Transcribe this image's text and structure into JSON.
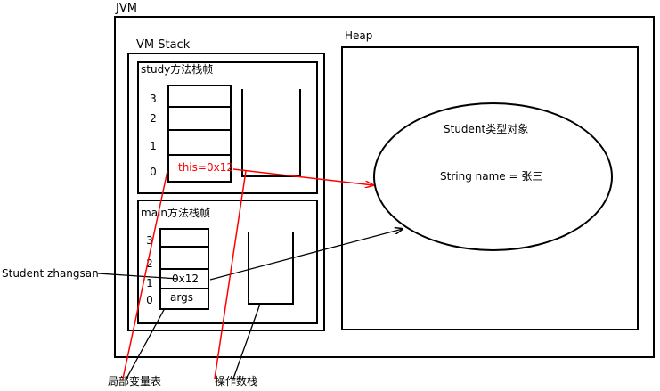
{
  "jvm": {
    "label": "JVM"
  },
  "vm_stack": {
    "label": "VM Stack"
  },
  "heap": {
    "label": "Heap"
  },
  "study_frame": {
    "label": "study方法栈帧",
    "slot_numbers": [
      "3",
      "2",
      "1",
      "0"
    ],
    "this_value": "this=0x12"
  },
  "main_frame": {
    "label": "main方法栈帧",
    "slot_numbers": [
      "3",
      "2",
      "1",
      "0"
    ],
    "ref_value": "0x12",
    "args_value": "args"
  },
  "object": {
    "title": "Student类型对象",
    "field": "String name = 张三"
  },
  "annotations": {
    "variable": "Student  zhangsan",
    "local_var_table": "局部变量表",
    "operand_stack": "操作数栈"
  },
  "colors": {
    "outline": "#000000",
    "pointer": "#ff0000"
  }
}
